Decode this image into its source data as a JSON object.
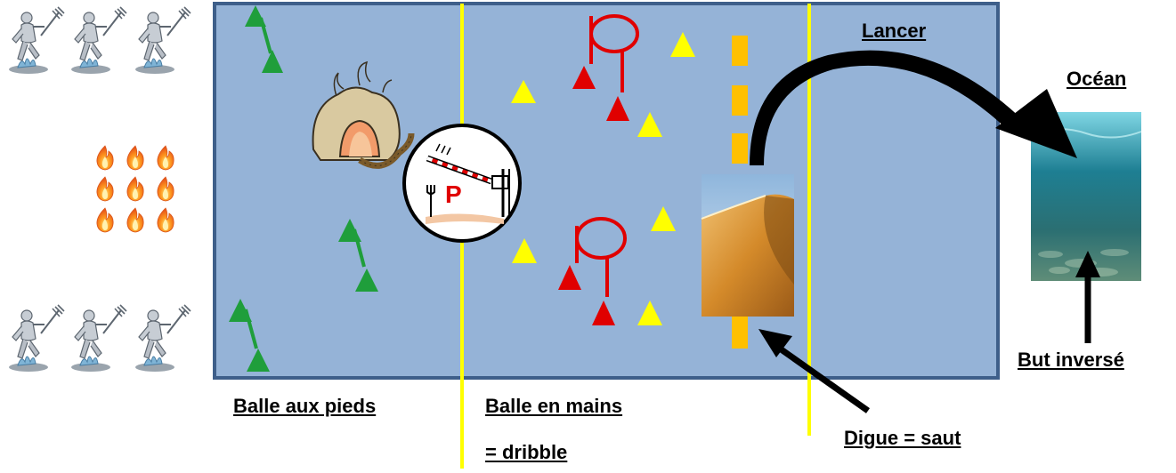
{
  "labels": {
    "lancer": "Lancer",
    "ocean": "Océan",
    "balle_pieds": "Balle aux pieds",
    "balle_mains_1": "Balle en mains",
    "balle_mains_2": "= dribble",
    "digue": "Digue = saut",
    "but_inverse": "But inversé",
    "parking_letter": "P"
  },
  "colors": {
    "field": "#95b3d7",
    "field_border": "#3e5f8a",
    "zone_line": "#ffff00",
    "dike_dash": "#ffc000",
    "green_cone": "#1f9e3b",
    "yellow_cone": "#ffff00",
    "red_cone": "#e00000",
    "arrow": "#000000"
  },
  "icons": {
    "poseidon_statue": "poseidon-statue-icon",
    "fire": "fire-icon",
    "cave": "cave-icon",
    "toll_barrier": "toll-barrier-icon",
    "dune": "dune-photo",
    "ocean": "ocean-photo"
  }
}
